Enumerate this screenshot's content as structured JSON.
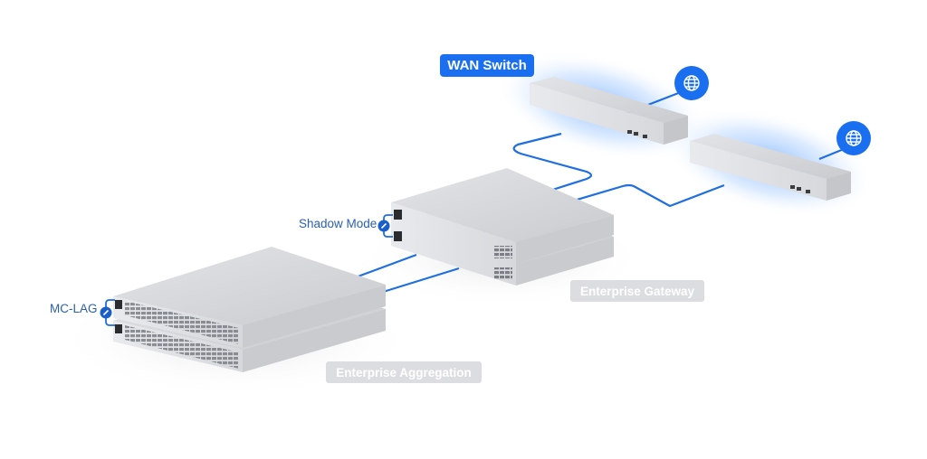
{
  "diagram": {
    "labels": {
      "wan_switch": "WAN Switch",
      "enterprise_gateway": "Enterprise Gateway",
      "enterprise_aggregation": "Enterprise Aggregation",
      "shadow_mode": "Shadow Mode",
      "mc_lag": "MC-LAG"
    },
    "icons": {
      "internet": "globe-icon",
      "link": "link-icon"
    },
    "nodes": [
      {
        "id": "wan-switch-1",
        "type": "WAN Switch",
        "uplink": "internet"
      },
      {
        "id": "wan-switch-2",
        "type": "WAN Switch",
        "uplink": "internet"
      },
      {
        "id": "gateway-1",
        "type": "Enterprise Gateway"
      },
      {
        "id": "gateway-2",
        "type": "Enterprise Gateway"
      },
      {
        "id": "aggregation-1",
        "type": "Enterprise Aggregation"
      },
      {
        "id": "aggregation-2",
        "type": "Enterprise Aggregation"
      }
    ],
    "connections": [
      {
        "from": "wan-switch-1",
        "to": "gateway-1"
      },
      {
        "from": "wan-switch-2",
        "to": "gateway-1"
      },
      {
        "from": "gateway-1",
        "to": "aggregation-1"
      },
      {
        "from": "gateway-2",
        "to": "aggregation-1"
      },
      {
        "from": "gateway-1",
        "to": "gateway-2",
        "relation": "Shadow Mode"
      },
      {
        "from": "aggregation-1",
        "to": "aggregation-2",
        "relation": "MC-LAG"
      }
    ],
    "colors": {
      "accent": "#1a6ff0",
      "link_line": "#1f6fe0",
      "label_grey": "#dcdde0",
      "side_label": "#2a5fb0",
      "device_body": "#d4d6da"
    }
  }
}
